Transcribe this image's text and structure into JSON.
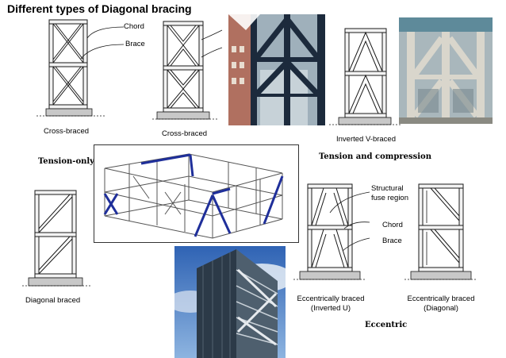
{
  "title": "Different types of Diagonal bracing",
  "labels": {
    "chord": "Chord",
    "brace": "Brace",
    "cross_braced_1": "Cross-braced",
    "cross_braced_2": "Cross-braced",
    "inverted_v": "Inverted V-braced",
    "tension_only": "Tension-only",
    "tension_compression": "Tension and compression",
    "diagonal_braced": "Diagonal braced",
    "fuse_region_line1": "Structural",
    "fuse_region_line2": "fuse region",
    "chord_2": "Chord",
    "brace_2": "Brace",
    "ecc_inv_u_line1": "Eccentrically braced",
    "ecc_inv_u_line2": "(Inverted U)",
    "ecc_diag_line1": "Eccentrically braced",
    "ecc_diag_line2": "(Diagonal)",
    "eccentric": "Eccentric"
  },
  "colors": {
    "frame_fill": "#f2f2f2",
    "frame_stroke": "#1a1a1a",
    "base_fill": "#c8c8c8",
    "brace_blue": "#1f2f9a",
    "sky_blue": "#3f78c8",
    "steel_dark": "#1c2a3c"
  }
}
